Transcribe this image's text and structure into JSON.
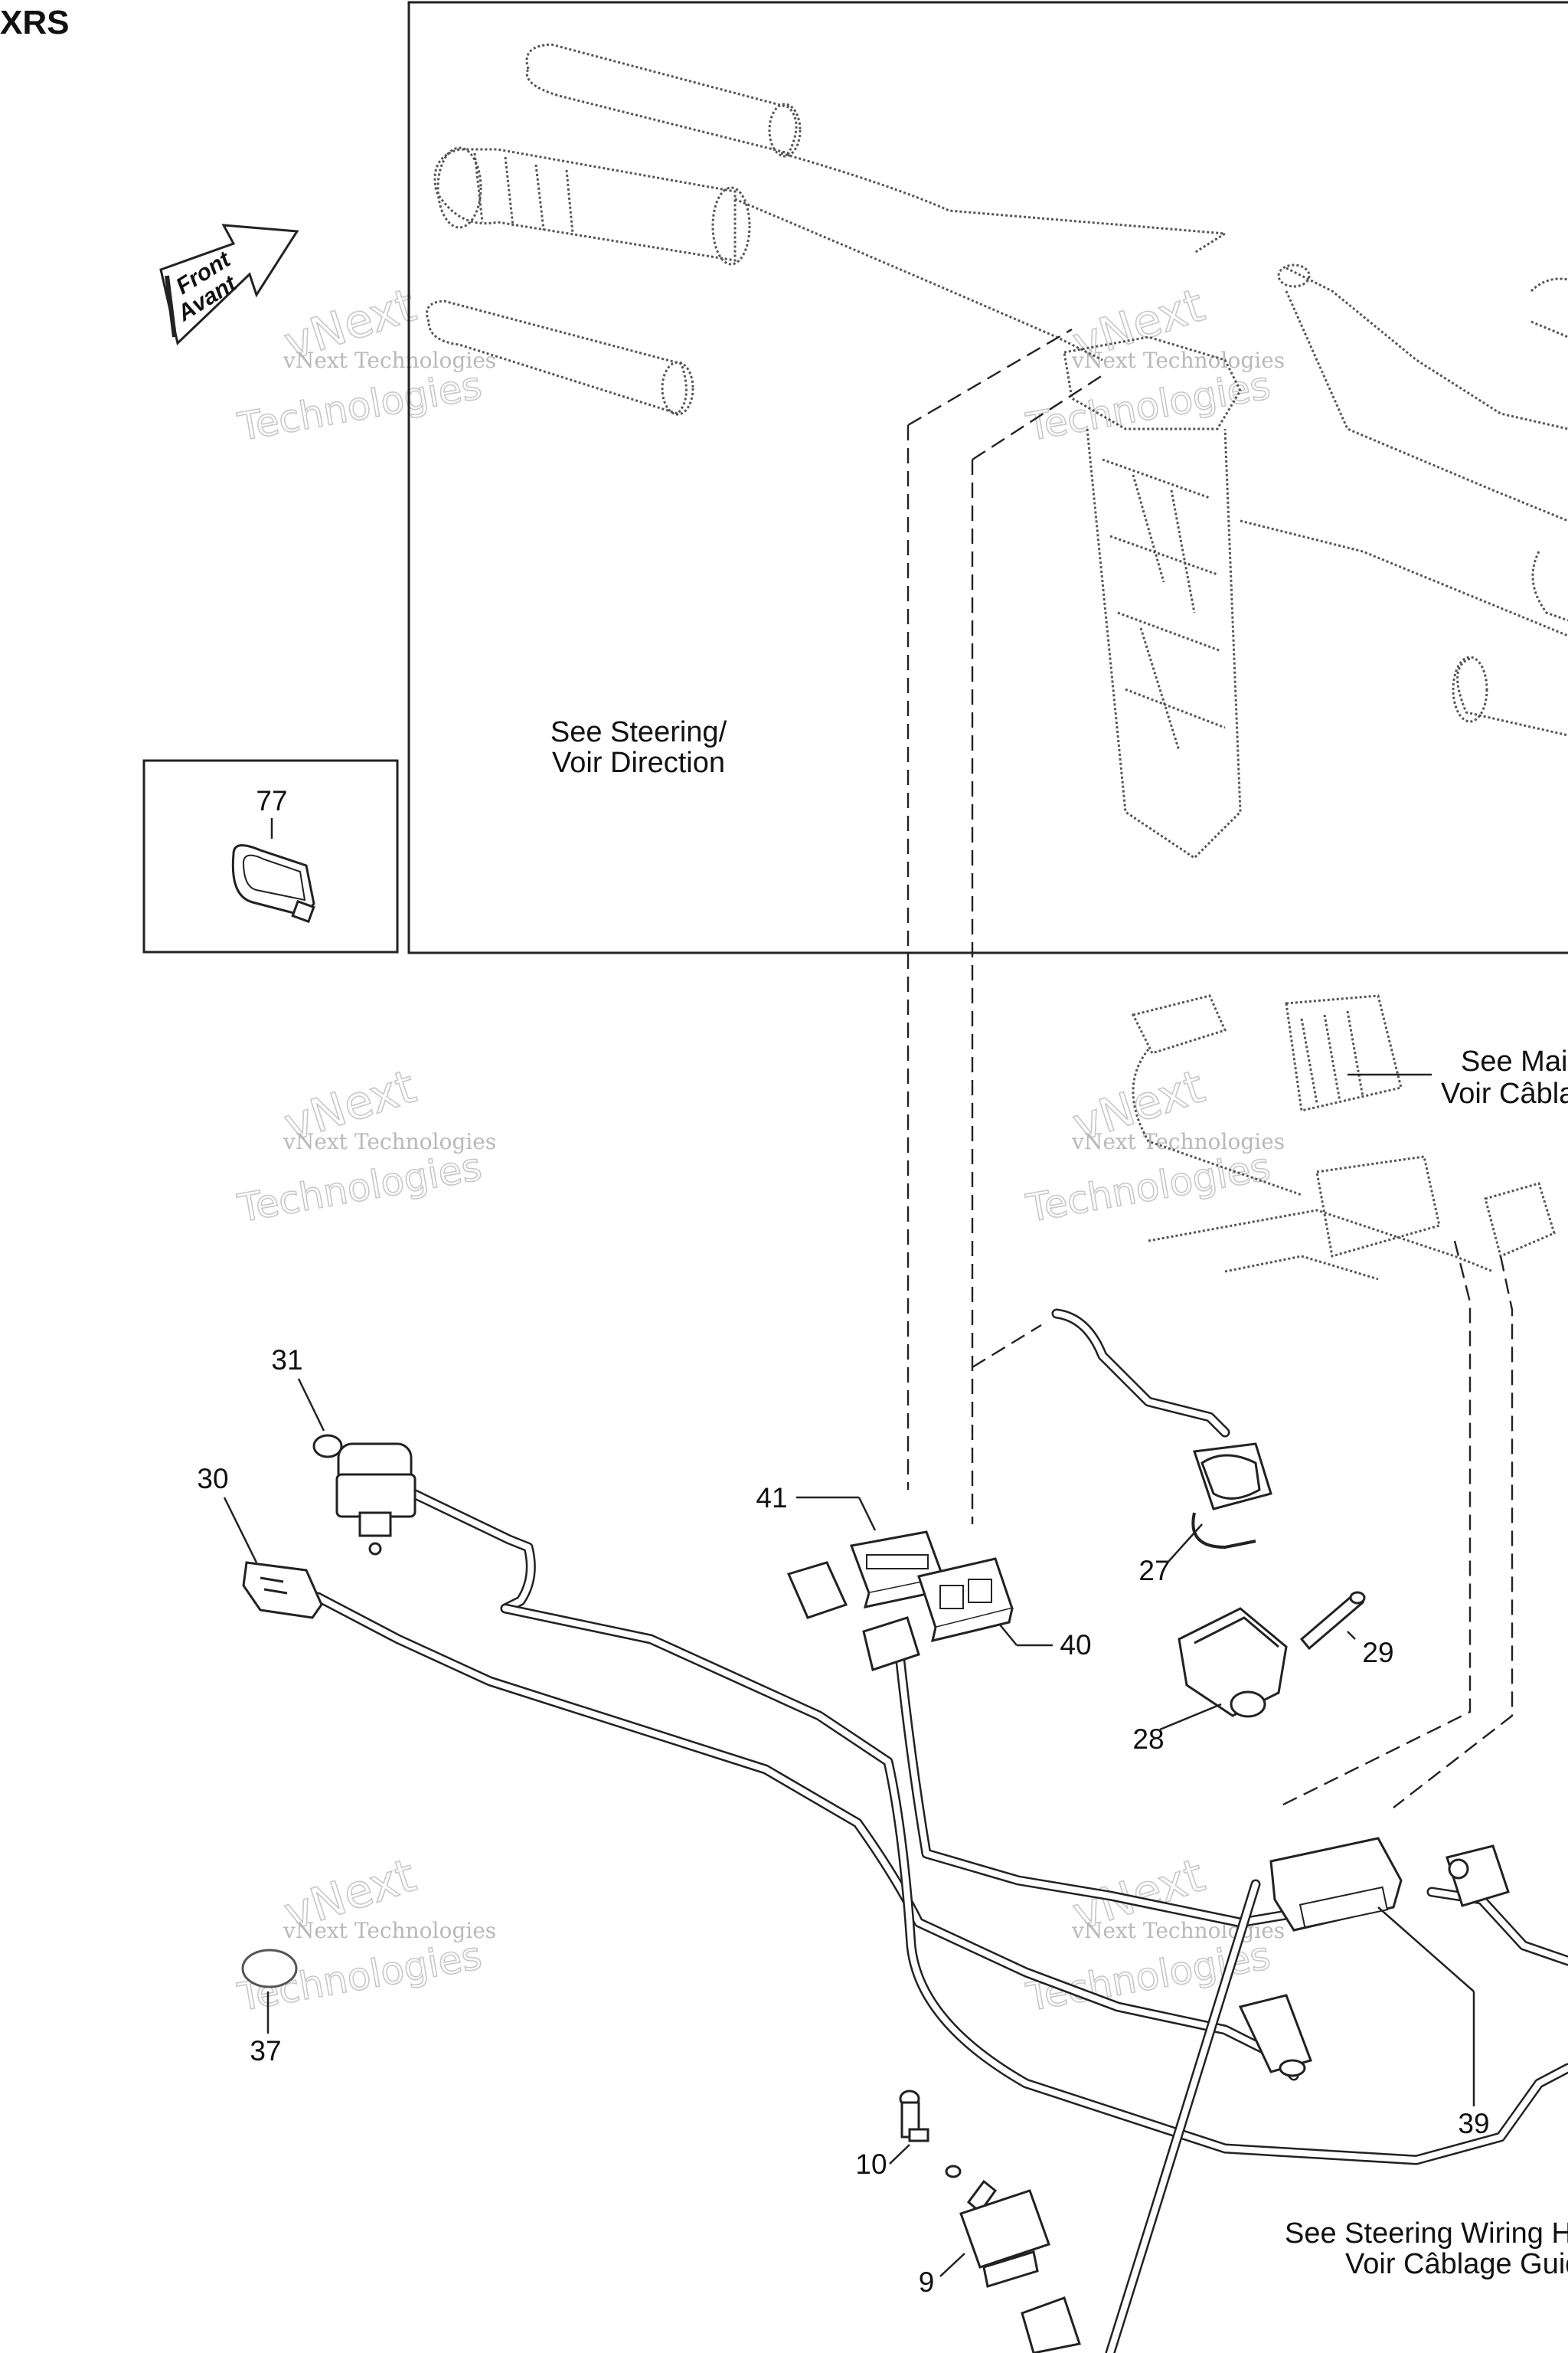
{
  "model_label": "XRS",
  "arrow": {
    "line1": "Front",
    "line2": "Avant"
  },
  "notes": {
    "steering": [
      "See Steering/",
      "Voir Direction"
    ],
    "main": [
      "See Mai",
      "Voir Câbla"
    ],
    "steering_wiring": [
      "See Steering Wiring H",
      "Voir Câblage Guid"
    ]
  },
  "callouts": [
    {
      "number": "77"
    },
    {
      "number": "31"
    },
    {
      "number": "30"
    },
    {
      "number": "41"
    },
    {
      "number": "40"
    },
    {
      "number": "27"
    },
    {
      "number": "29"
    },
    {
      "number": "28"
    },
    {
      "number": "37"
    },
    {
      "number": "39"
    },
    {
      "number": "10"
    },
    {
      "number": "9"
    }
  ],
  "watermark": {
    "line1": "vNext Technologies",
    "line2": "vNext",
    "line3": "Technologies"
  }
}
